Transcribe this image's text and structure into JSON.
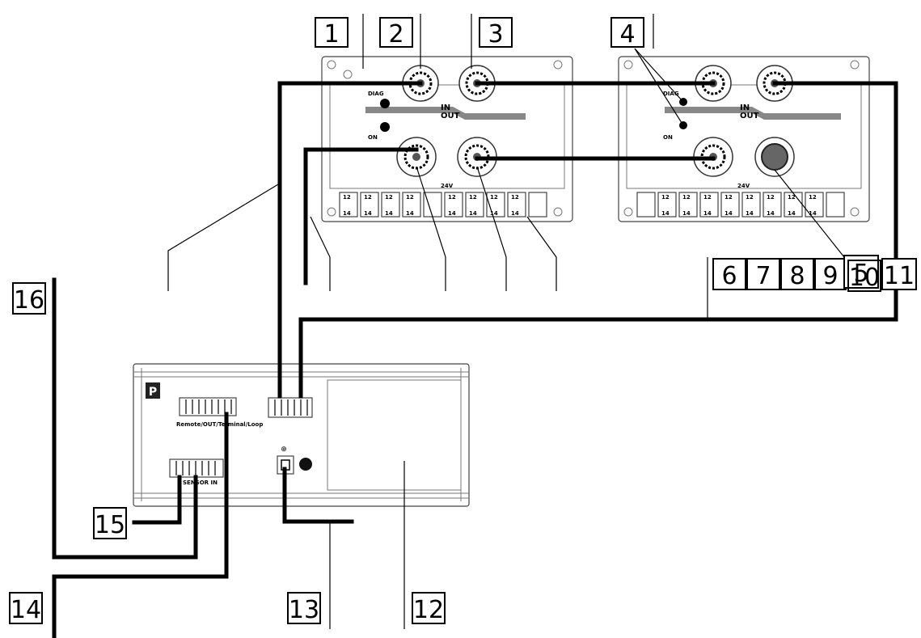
{
  "callouts": [
    {
      "id": "c1",
      "label": "1"
    },
    {
      "id": "c2",
      "label": "2"
    },
    {
      "id": "c3",
      "label": "3"
    },
    {
      "id": "c4",
      "label": "4"
    },
    {
      "id": "c5",
      "label": "5"
    },
    {
      "id": "c6",
      "label": "6"
    },
    {
      "id": "c7",
      "label": "7"
    },
    {
      "id": "c8",
      "label": "8"
    },
    {
      "id": "c9",
      "label": "9"
    },
    {
      "id": "c10",
      "label": "10"
    },
    {
      "id": "c11",
      "label": "11"
    },
    {
      "id": "c12",
      "label": "12"
    },
    {
      "id": "c13",
      "label": "13"
    },
    {
      "id": "c14",
      "label": "14"
    },
    {
      "id": "c15",
      "label": "15"
    },
    {
      "id": "c16",
      "label": "16"
    }
  ],
  "module_a": {
    "diag": "DIAG",
    "on": "ON",
    "in": "IN",
    "out": "OUT",
    "voltage": "24V",
    "terminals": [
      "12",
      "12",
      "12",
      "12",
      "12",
      "12",
      "12",
      "12"
    ],
    "terminals_low": [
      "14",
      "14",
      "14",
      "14",
      "14",
      "14",
      "14",
      "14"
    ]
  },
  "module_b": {
    "diag": "DIAG",
    "on": "ON",
    "in": "IN",
    "out": "OUT",
    "voltage": "24V",
    "terminals": [
      "12",
      "12",
      "12",
      "12",
      "12",
      "12",
      "12",
      "12"
    ],
    "terminals_low": [
      "14",
      "14",
      "14",
      "14",
      "14",
      "14",
      "14",
      "14"
    ]
  },
  "controller": {
    "logo": "P",
    "remote_label": "Remote/OUT/Terminal/Loop",
    "sensor_label": "SENSOR IN",
    "power_mark": "⊕"
  }
}
